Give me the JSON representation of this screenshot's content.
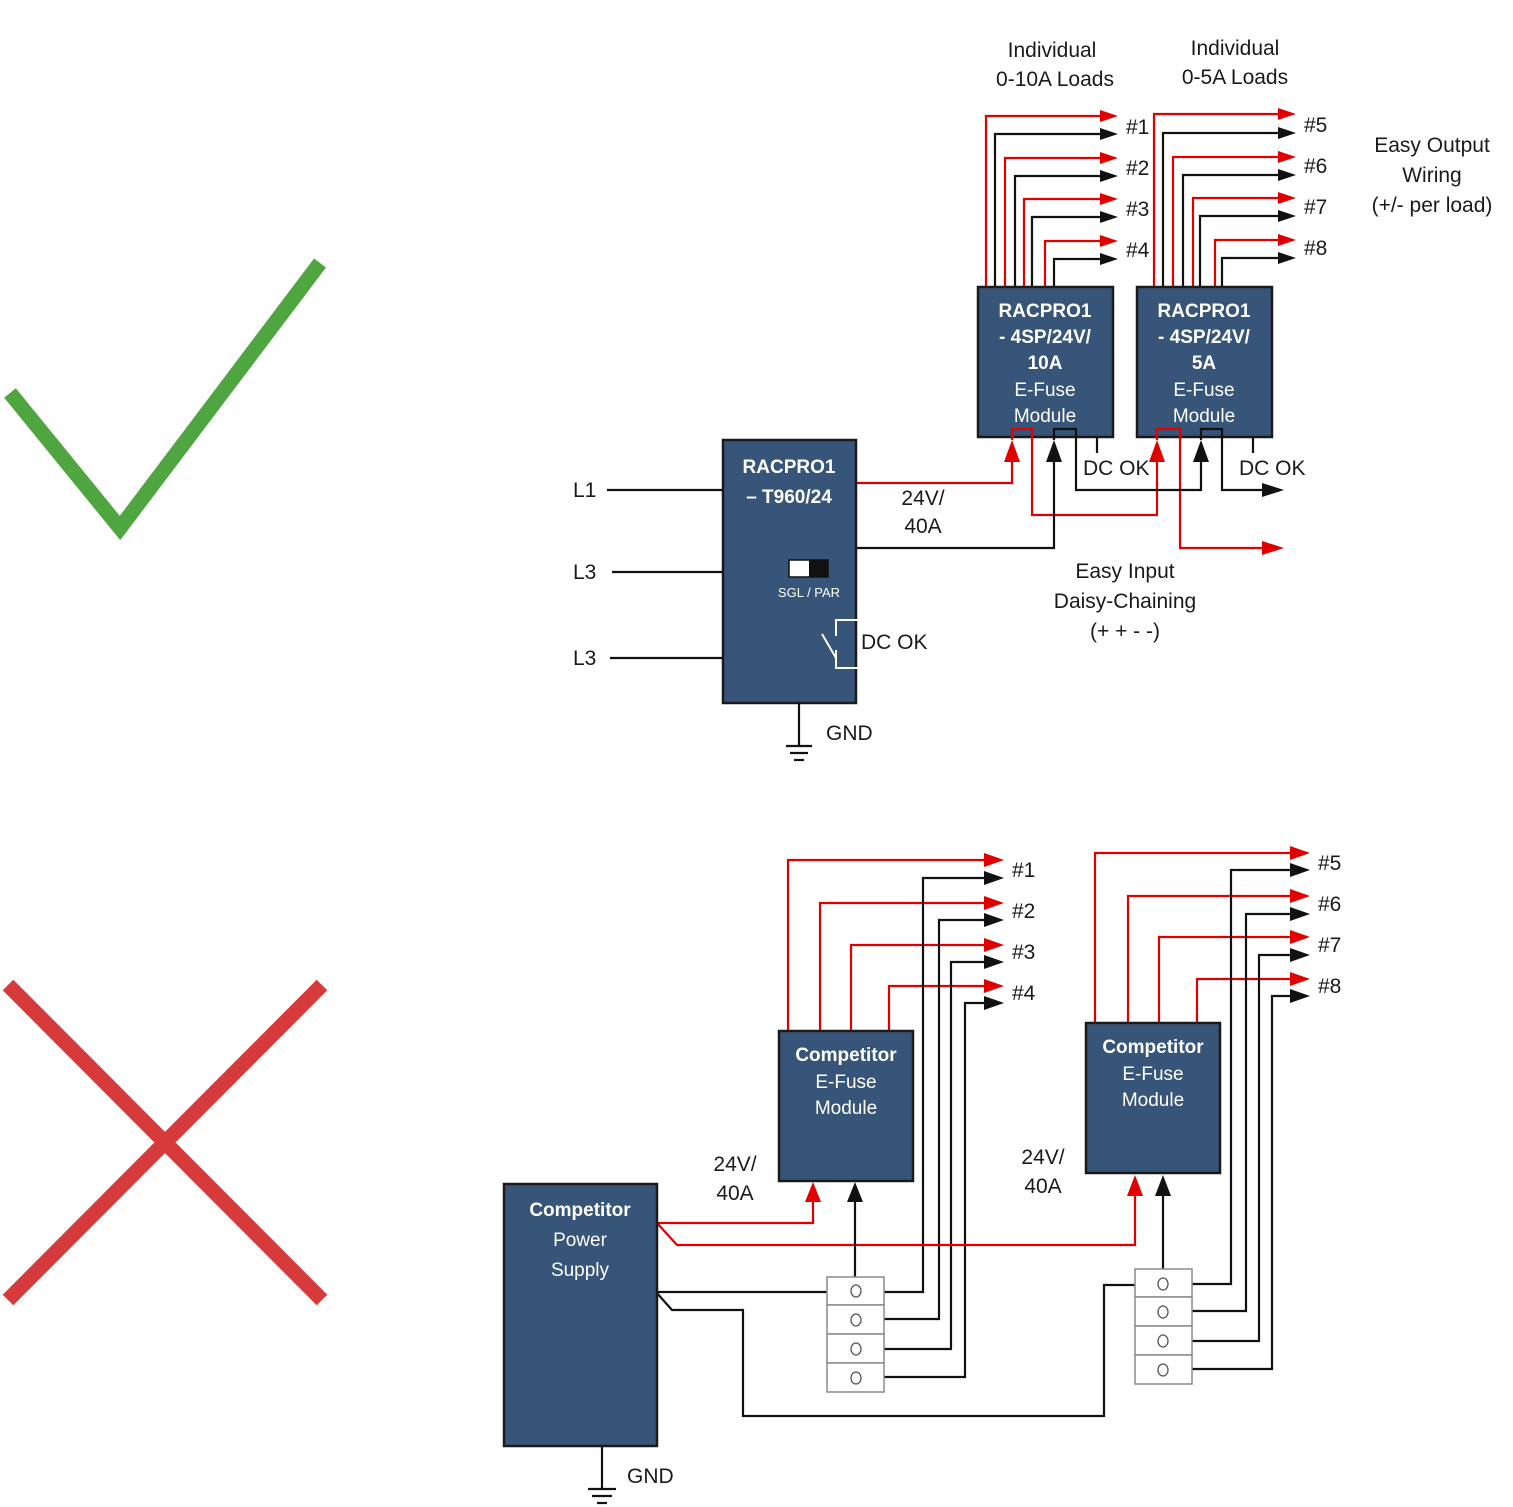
{
  "colors": {
    "box_fill": "#375579",
    "positive_wire": "#e00000",
    "negative_wire": "#111111",
    "check_mark": "#4fa53f",
    "cross_mark": "#d63a3a"
  },
  "verdicts": {
    "good": {
      "icon": "check-mark-icon"
    },
    "bad": {
      "icon": "cross-mark-icon"
    }
  },
  "recom_diagram": {
    "load_group_1": {
      "line1": "Individual",
      "line2": "0-10A Loads"
    },
    "load_group_2": {
      "line1": "Individual",
      "line2": "0-5A Loads"
    },
    "outputs_1": [
      "#1",
      "#2",
      "#3",
      "#4"
    ],
    "outputs_2": [
      "#5",
      "#6",
      "#7",
      "#8"
    ],
    "output_note": {
      "line1": "Easy Output",
      "line2": "Wiring",
      "line3": "(+/- per load)"
    },
    "efuse_1": {
      "line1": "RACPRO1",
      "line2": "- 4SP/24V/",
      "line3": "10A",
      "line4": "E-Fuse",
      "line5": "Module",
      "status": "DC OK"
    },
    "efuse_2": {
      "line1": "RACPRO1",
      "line2": "- 4SP/24V/",
      "line3": "5A",
      "line4": "E-Fuse",
      "line5": "Module",
      "status": "DC OK"
    },
    "psu": {
      "line1": "RACPRO1",
      "line2": "– T960/24",
      "switch_label": "SGL / PAR",
      "relay_label": "DC OK"
    },
    "inputs": [
      "L1",
      "L3",
      "L3"
    ],
    "output_rating": {
      "line1": "24V/",
      "line2": "40A"
    },
    "ground": "GND",
    "input_note": {
      "line1": "Easy Input",
      "line2": "Daisy-Chaining",
      "line3": "(+ + - -)"
    }
  },
  "competitor_diagram": {
    "efuse_1": {
      "line1": "Competitor",
      "line2": "E-Fuse",
      "line3": "Module"
    },
    "efuse_2": {
      "line1": "Competitor",
      "line2": "E-Fuse",
      "line3": "Module"
    },
    "outputs_1": [
      "#1",
      "#2",
      "#3",
      "#4"
    ],
    "outputs_2": [
      "#5",
      "#6",
      "#7",
      "#8"
    ],
    "rating_1": {
      "line1": "24V/",
      "line2": "40A"
    },
    "rating_2": {
      "line1": "24V/",
      "line2": "40A"
    },
    "psu": {
      "line1": "Competitor",
      "line2": "Power",
      "line3": "Supply"
    },
    "ground": "GND"
  }
}
